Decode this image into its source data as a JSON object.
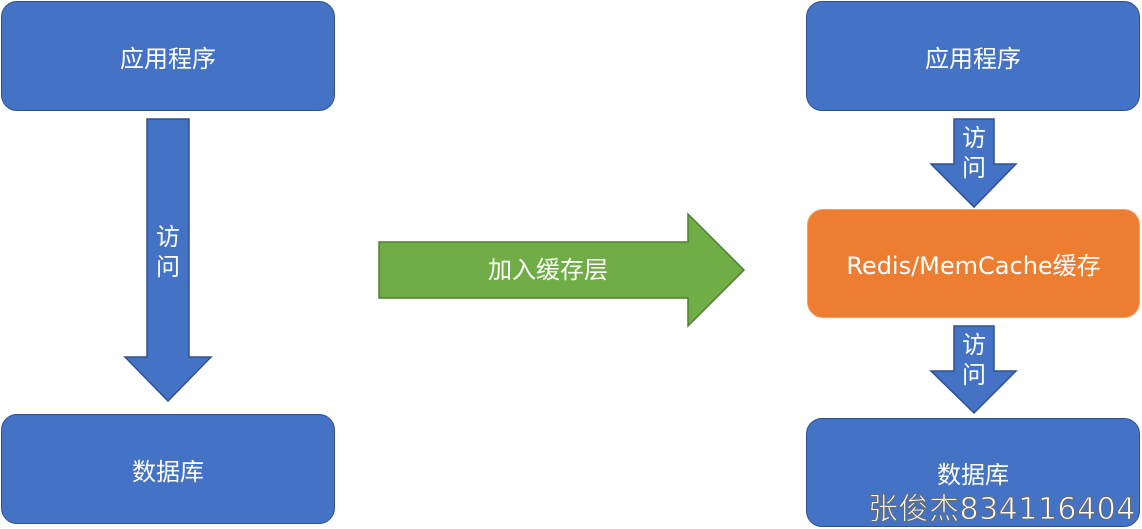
{
  "left": {
    "app_label": "应用程序",
    "access_chars": [
      "访",
      "问"
    ],
    "db_label": "数据库"
  },
  "middle": {
    "arrow_label": "加入缓存层"
  },
  "right": {
    "app_label": "应用程序",
    "access1_chars": [
      "访",
      "问"
    ],
    "cache_label": "Redis/MemCache缓存",
    "access2_chars": [
      "访",
      "问"
    ],
    "db_label": "数据库"
  },
  "watermark": "张俊杰834116404",
  "colors": {
    "box_blue": "#4472c4",
    "box_blue_border": "#2f528f",
    "arrow_blue": "#4472c4",
    "arrow_green": "#70ad47",
    "cache_orange": "#ed7d31"
  }
}
